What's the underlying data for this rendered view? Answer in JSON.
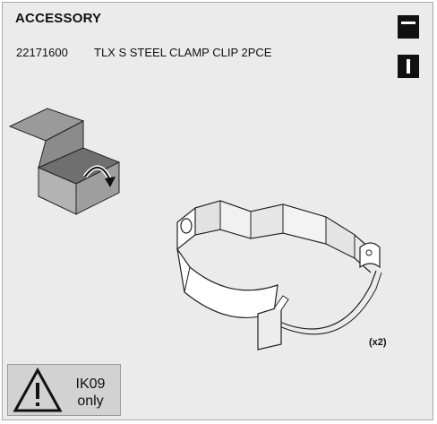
{
  "header": {
    "title": "ACCESSORY",
    "part_number": "22171600",
    "description": "TLX S STEEL CLAMP CLIP 2PCE"
  },
  "icons": [
    {
      "name": "top-view-icon",
      "color": "#111111"
    },
    {
      "name": "side-view-icon",
      "color": "#111111"
    }
  ],
  "illustration": {
    "box": "open-box-icon",
    "clamp": "steel-clamp-clip",
    "quantity_label": "(x2)"
  },
  "warning": {
    "icon": "warning-triangle-icon",
    "line1": "IK09",
    "line2": "only"
  }
}
